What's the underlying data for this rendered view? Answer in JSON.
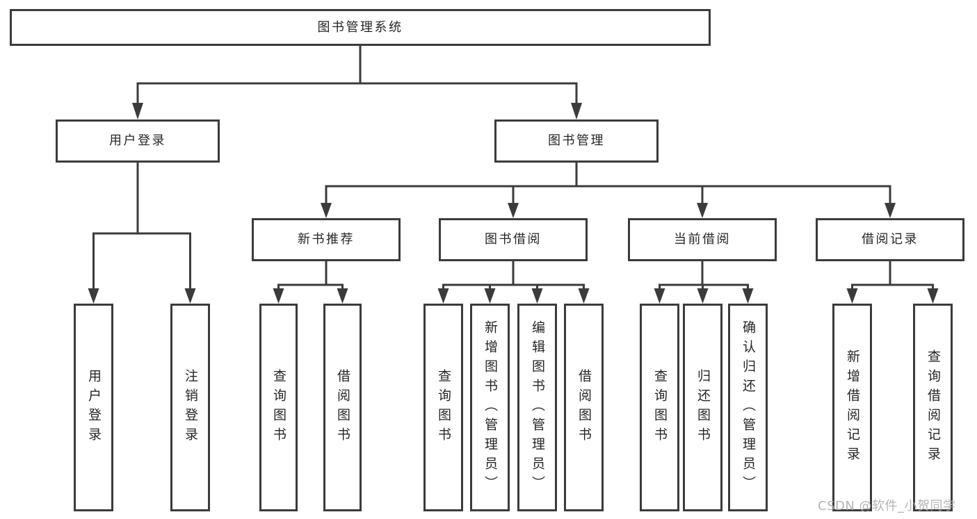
{
  "diagram": {
    "type": "tree",
    "title": "图书管理系统",
    "nodes": {
      "root": "图书管理系统",
      "userLogin": "用户登录",
      "bookMgmt": "图书管理",
      "newBookRec": "新书推荐",
      "bookBorrow": "图书借阅",
      "currentBorrow": "当前借阅",
      "borrowRecords": "借阅记录",
      "leafUserLogin": "用户登录",
      "leafLogout": "注销登录",
      "nbQuery": "查询图书",
      "nbBorrow": "借阅图书",
      "bbQuery": "查询图书",
      "bbAdd": "新增图书（管理员）",
      "bbEdit": "编辑图书（管理员）",
      "bbBorrow": "借阅图书",
      "cbQuery": "查询图书",
      "cbReturn": "归还图书",
      "cbConfirm": "确认归还（管理员）",
      "brAdd": "新增借阅记录",
      "brQuery": "查询借阅记录"
    },
    "hierarchy": {
      "图书管理系统": {
        "用户登录": [
          "用户登录",
          "注销登录"
        ],
        "图书管理": {
          "新书推荐": [
            "查询图书",
            "借阅图书"
          ],
          "图书借阅": [
            "查询图书",
            "新增图书（管理员）",
            "编辑图书（管理员）",
            "借阅图书"
          ],
          "当前借阅": [
            "查询图书",
            "归还图书",
            "确认归还（管理员）"
          ],
          "借阅记录": [
            "新增借阅记录",
            "查询借阅记录"
          ]
        }
      }
    },
    "watermark": "CSDN @软件_小贺同学",
    "colors": {
      "background": "#ffffff",
      "line": "#3b3b3b",
      "box_border": "#3b3b3b",
      "box_fill": "#ffffff",
      "text": "#262626",
      "watermark": "#ababab"
    }
  }
}
